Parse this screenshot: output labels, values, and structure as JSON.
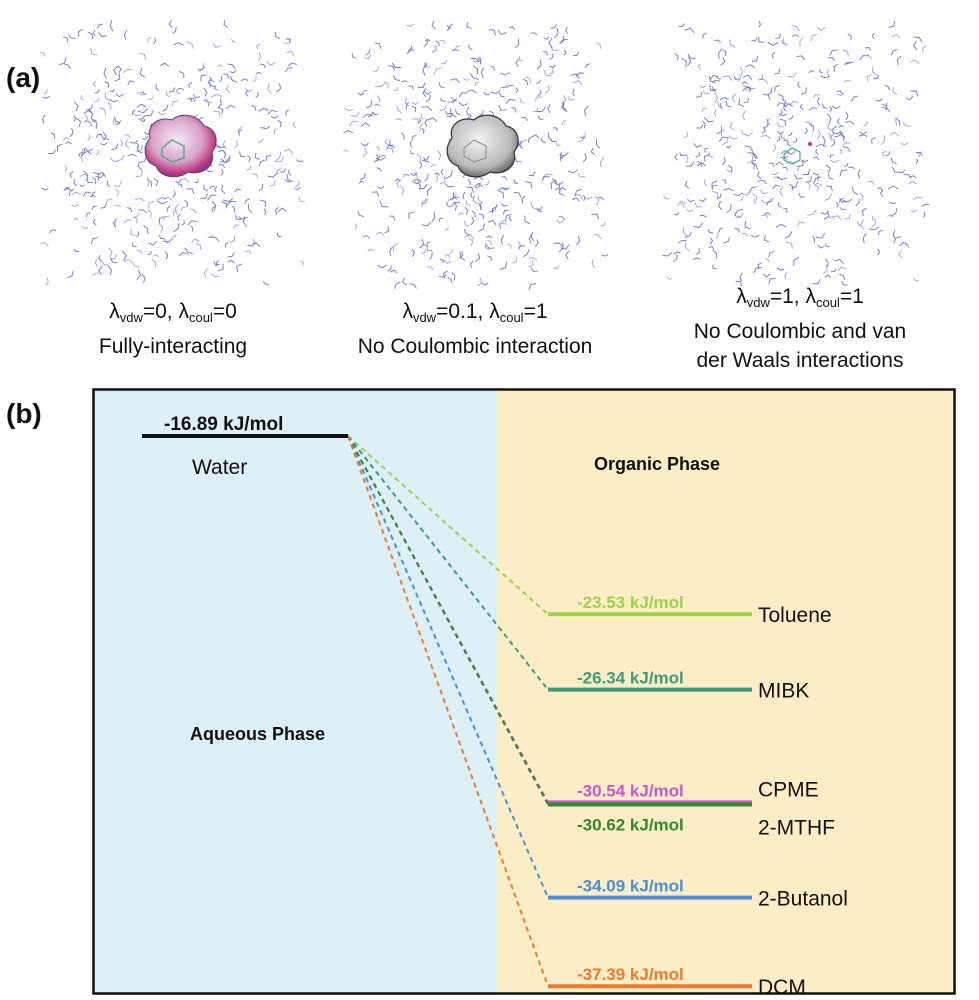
{
  "panels": {
    "a_label": "(a)",
    "b_label": "(b)"
  },
  "snapshots": [
    {
      "lambda_vdw": "0",
      "lambda_coul": "0",
      "description": [
        "Fully-interacting"
      ],
      "solute_style": "colored-surface"
    },
    {
      "lambda_vdw": "0.1",
      "lambda_coul": "1",
      "description": [
        "No Coulombic interaction"
      ],
      "solute_style": "gray-surface"
    },
    {
      "lambda_vdw": "1",
      "lambda_coul": "1",
      "description": [
        "No Coulombic and van",
        "der Waals interactions"
      ],
      "solute_style": "stick-only"
    }
  ],
  "energy_diagram": {
    "aqueous_phase_label": "Aqueous Phase",
    "organic_phase_label": "Organic Phase",
    "aqueous_color": "#ddeff7",
    "organic_color": "#fbeec6",
    "water": {
      "name": "Water",
      "label": "-16.89 kJ/mol",
      "value": -16.89,
      "color": "#111111"
    },
    "solvents": [
      {
        "name": "Toluene",
        "label": "-23.53 kJ/mol",
        "value": -23.53,
        "color": "#9cd24a",
        "label_pos": "above"
      },
      {
        "name": "MIBK",
        "label": "-26.34 kJ/mol",
        "value": -26.34,
        "color": "#3f9a7c",
        "label_pos": "above"
      },
      {
        "name": "CPME",
        "label": "-30.54 kJ/mol",
        "value": -30.54,
        "color": "#c957c9",
        "label_pos": "above"
      },
      {
        "name": "2-MTHF",
        "label": "-30.62 kJ/mol",
        "value": -30.62,
        "color": "#2e8b2e",
        "label_pos": "below"
      },
      {
        "name": "2-Butanol",
        "label": "-34.09 kJ/mol",
        "value": -34.09,
        "color": "#4a8fd4",
        "label_pos": "above"
      },
      {
        "name": "DCM",
        "label": "-37.39 kJ/mol",
        "value": -37.39,
        "color": "#ee7a30",
        "label_pos": "above"
      }
    ]
  }
}
